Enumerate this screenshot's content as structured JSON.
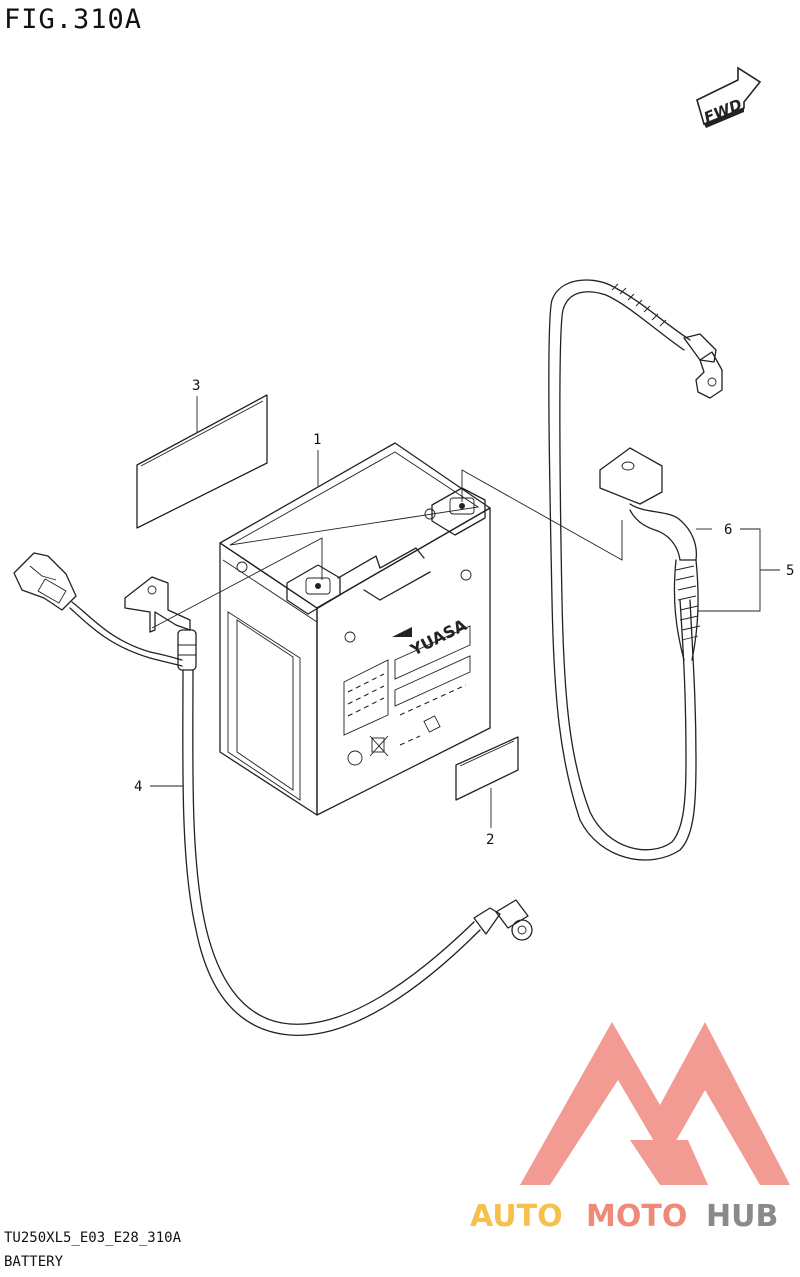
{
  "figure": {
    "title": "FIG.310A",
    "code": "TU250XL5_E03_E28_310A",
    "name": "BATTERY",
    "fwd_label": "FWD",
    "battery_brand": "YUASA"
  },
  "callouts": [
    {
      "label": "1"
    },
    {
      "label": "2"
    },
    {
      "label": "3"
    },
    {
      "label": "4"
    },
    {
      "label": "5"
    },
    {
      "label": "6"
    }
  ],
  "watermark": {
    "part1": "AUTO",
    "part2": "MOTO",
    "part3": "HUB",
    "colors": {
      "auto": "#f6c14b",
      "moto": "#f08a78",
      "hub": "#8a8a8a",
      "logo": "#f08a80"
    }
  }
}
